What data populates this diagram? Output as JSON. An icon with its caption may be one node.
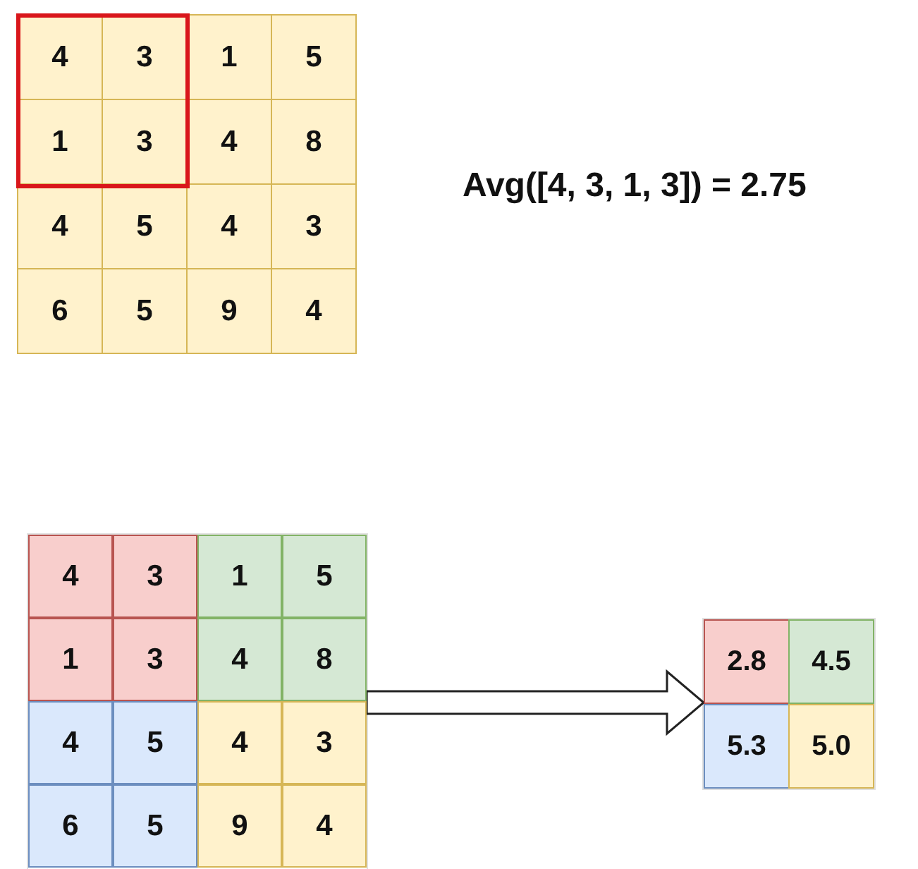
{
  "diagram": {
    "nodes": [
      {
        "text": [],
        "shape": "box"
      },
      {
        "text": [],
        "shape": "box"
      }
    ],
    "edges": [
      {
        "from": 0,
        "to": 1,
        "arrow": "to"
      }
    ],
    "labels": [
      "4",
      "3",
      "1",
      "5",
      "1",
      "3",
      "4",
      "8",
      "4",
      "5",
      "4",
      "3",
      "6",
      "5",
      "9",
      "4",
      "Avg([4, 3, 1, 3]) = 2.75",
      "4",
      "3",
      "1",
      "5",
      "1",
      "3",
      "4",
      "8",
      "4",
      "5",
      "4",
      "3",
      "6",
      "5",
      "9",
      "4",
      "2.8",
      "4.5",
      "5.3",
      "5.0"
    ]
  }
}
